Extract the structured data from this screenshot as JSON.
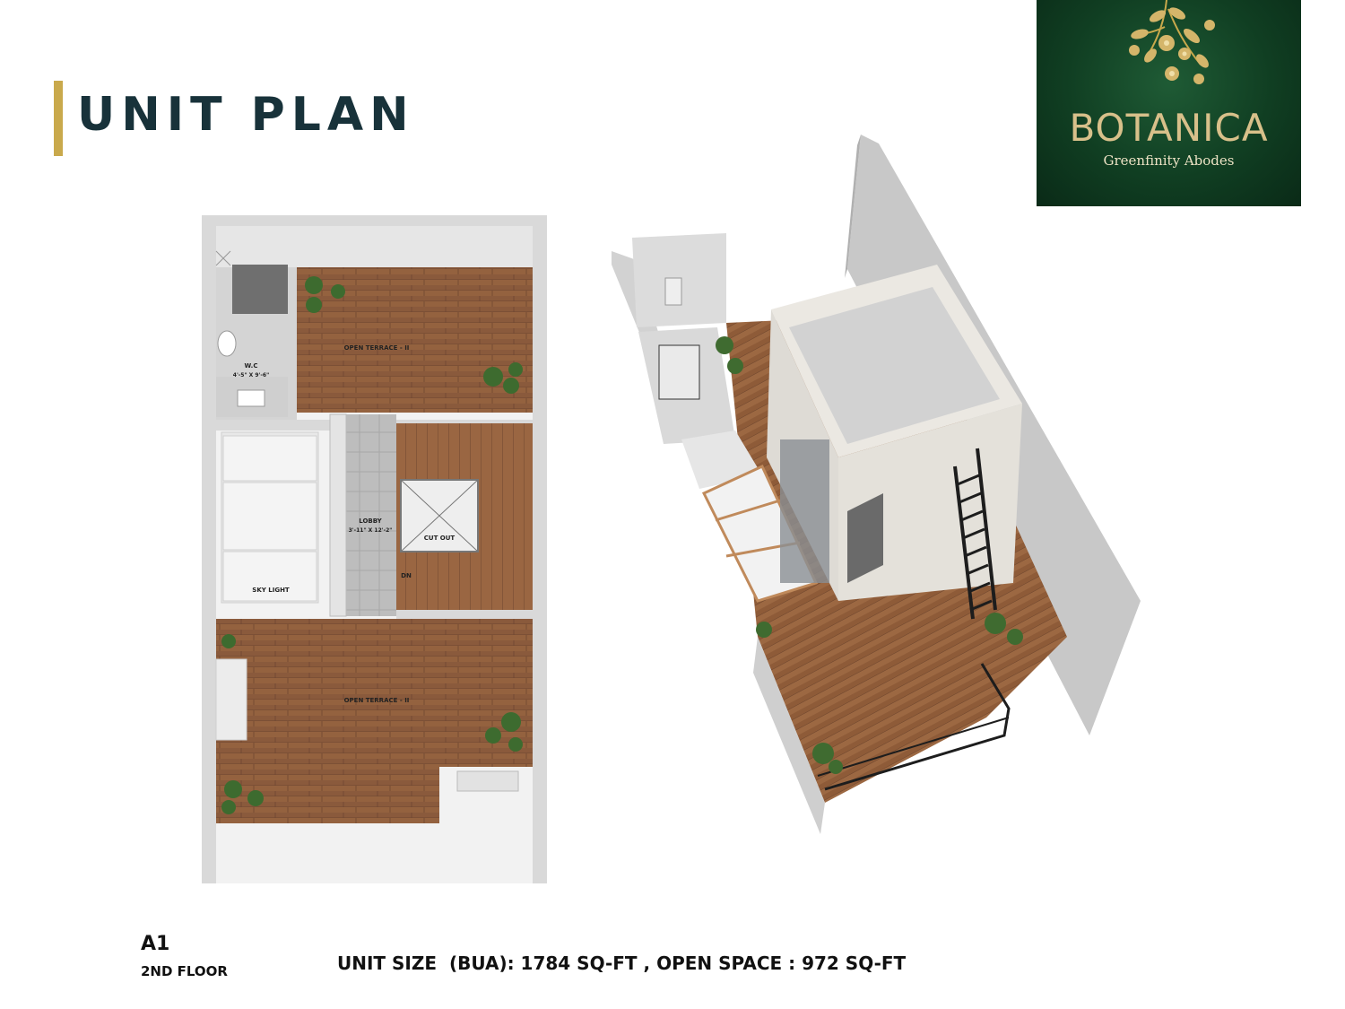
{
  "header": {
    "title": "UNIT PLAN",
    "accent_color": "#c9a94c"
  },
  "brand": {
    "name": "BOTANICA",
    "tagline": "Greenfinity Abodes",
    "background_color": "#103e22",
    "text_color": "#d8c08a",
    "emblem_icon": "golden-flower-branch-icon"
  },
  "floor_plan": {
    "rooms": {
      "terrace_top": "OPEN TERRACE - II",
      "wc": "W.C",
      "wc_size": "4'-5\" X 9'-6\"",
      "lobby": "LOBBY",
      "lobby_size": "3'-11\" X 12'-2\"",
      "cut_out": "CUT OUT",
      "stair_dn": "DN",
      "sky_light": "SKY LIGHT",
      "terrace_bottom": "OPEN TERRACE - II"
    },
    "floor_color": "#8a5a3c",
    "wall_color": "#d9d9d9"
  },
  "footer": {
    "unit_code": "A1",
    "floor": "2ND FLOOR",
    "unit_size": "UNIT SIZE  (BUA): 1784 SQ-FT , OPEN SPACE : 972 SQ-FT"
  }
}
